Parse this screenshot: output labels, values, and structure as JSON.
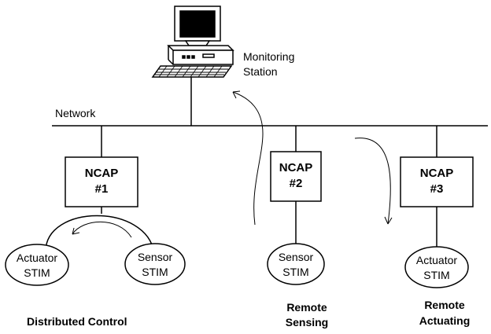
{
  "monitoring_station": {
    "line1": "Monitoring",
    "line2": "Station"
  },
  "network_label": "Network",
  "ncaps": [
    {
      "line1": "NCAP",
      "line2": "#1"
    },
    {
      "line1": "NCAP",
      "line2": "#2"
    },
    {
      "line1": "NCAP",
      "line2": "#3"
    }
  ],
  "stims": [
    {
      "line1": "Actuator",
      "line2": "STIM"
    },
    {
      "line1": "Sensor",
      "line2": "STIM"
    },
    {
      "line1": "Sensor",
      "line2": "STIM"
    },
    {
      "line1": "Actuator",
      "line2": "STIM"
    }
  ],
  "captions": {
    "distributed_control": "Distributed Control",
    "remote_sensing": {
      "line1": "Remote",
      "line2": "Sensing"
    },
    "remote_actuating": {
      "line1": "Remote",
      "line2": "Actuating"
    }
  }
}
